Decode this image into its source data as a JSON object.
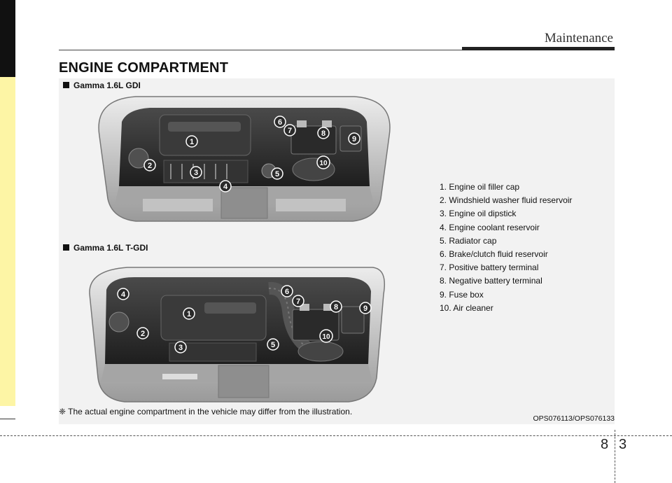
{
  "header": {
    "section": "Maintenance"
  },
  "page": {
    "title": "ENGINE COMPARTMENT",
    "chapter": "8",
    "page": "3"
  },
  "variants": [
    {
      "label": "Gamma 1.6L GDI",
      "callouts": [
        "1",
        "2",
        "3",
        "4",
        "5",
        "6",
        "7",
        "8",
        "9",
        "10"
      ]
    },
    {
      "label": "Gamma 1.6L T-GDI",
      "callouts": [
        "4",
        "6",
        "1",
        "7",
        "8",
        "9",
        "2",
        "5",
        "3",
        "10"
      ]
    }
  ],
  "legend": [
    "1. Engine oil filler cap",
    "2. Windshield washer fluid reservoir",
    "3. Engine oil dipstick",
    "4. Engine coolant reservoir",
    "5. Radiator cap",
    "6. Brake/clutch fluid reservoir",
    "7. Positive battery terminal",
    "8. Negative battery terminal",
    "9. Fuse box",
    "10. Air cleaner"
  ],
  "footnote": "❈ The actual engine compartment in the vehicle may differ from the illustration.",
  "image_code": "OPS076113/OPS076133",
  "colors": {
    "thumb_tab": "#fdf5a5",
    "panel_bg": "#f2f2f2",
    "callout": "#2a2a2a"
  }
}
